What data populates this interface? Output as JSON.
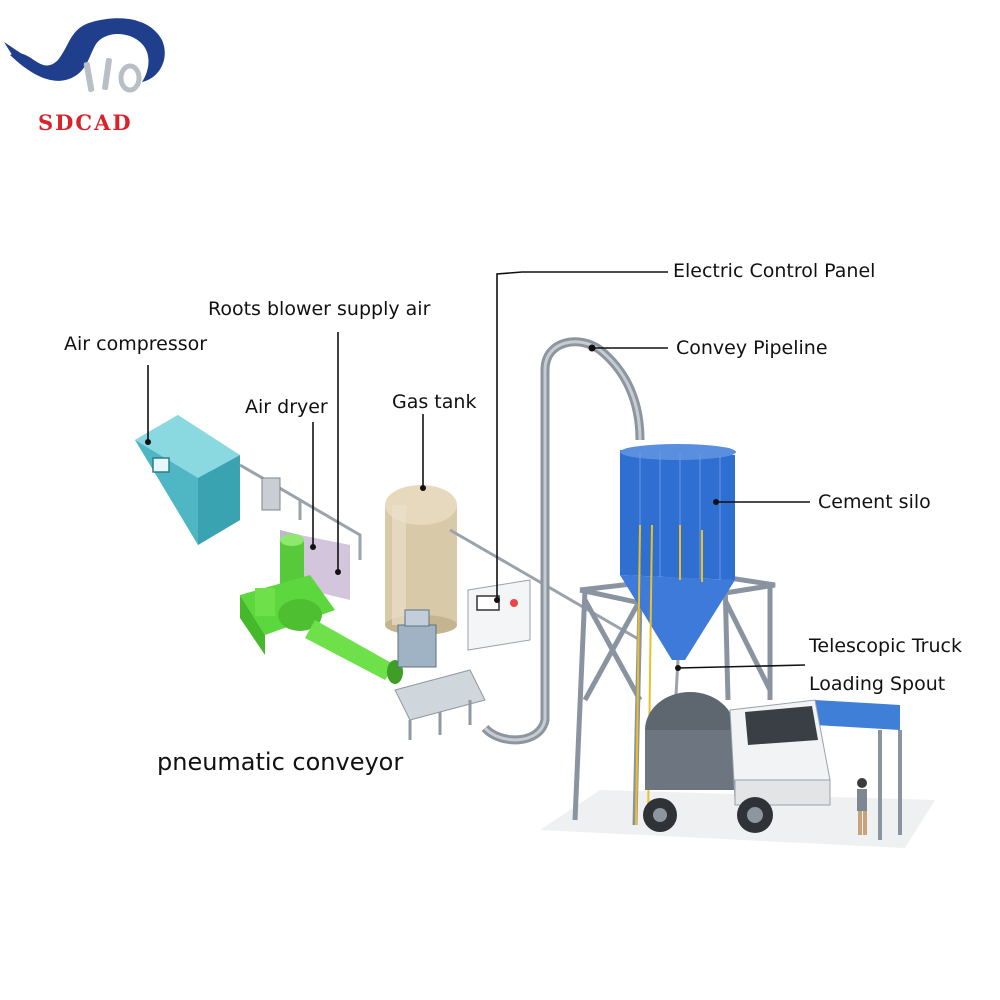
{
  "brand": {
    "name": "SDCAD",
    "color": "#d8232a",
    "logo_color": "#1f3e8c"
  },
  "labels": {
    "electric_control_panel": "Electric Control Panel",
    "roots_blower_supply_air": "Roots blower supply air",
    "air_compressor": "Air compressor",
    "convey_pipeline": "Convey Pipeline",
    "air_dryer": "Air dryer",
    "gas_tank": "Gas tank",
    "cement_silo": "Cement silo",
    "telescopic_truck": "Telescopic Truck",
    "loading_spout": "Loading Spout"
  },
  "caption": "pneumatic conveyor",
  "colors": {
    "compressor": "#5fc3cf",
    "blower": "#6ee04a",
    "tank": "#d8c9a9",
    "silo": "#2e6fd1",
    "pipe": "#8d959e",
    "frame": "#8a94a0"
  }
}
